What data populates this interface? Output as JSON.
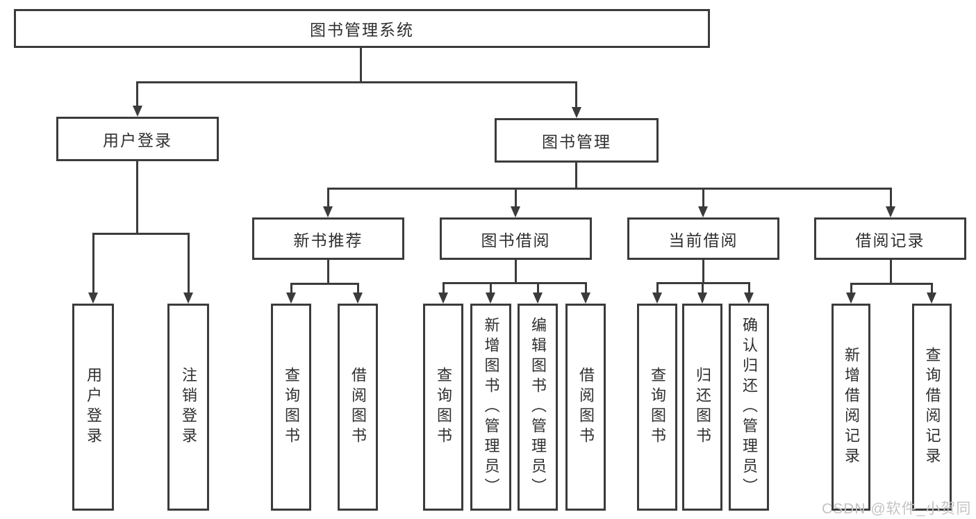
{
  "diagram": {
    "title": "图书管理系统",
    "level2": {
      "user_login": "用户登录",
      "book_mgmt": "图书管理"
    },
    "level3": {
      "recommend": "新书推荐",
      "borrow": "图书借阅",
      "current": "当前借阅",
      "record": "借阅记录"
    },
    "leaves": {
      "user": [
        "用户登录",
        "注销登录"
      ],
      "recommend": [
        "查询图书",
        "借阅图书"
      ],
      "borrow": [
        "查询图书",
        "新增图书（管理员）",
        "编辑图书（管理员）",
        "借阅图书"
      ],
      "current": [
        "查询图书",
        "归还图书",
        "确认归还（管理员）"
      ],
      "record": [
        "新增借阅记录",
        "查询借阅记录"
      ]
    },
    "watermark": "CSDN @软件_小贺同学",
    "colors": {
      "line": "#3b3b3b",
      "text": "#2f2f2f",
      "watermark": "#c3c3c3",
      "background": "#ffffff"
    }
  }
}
